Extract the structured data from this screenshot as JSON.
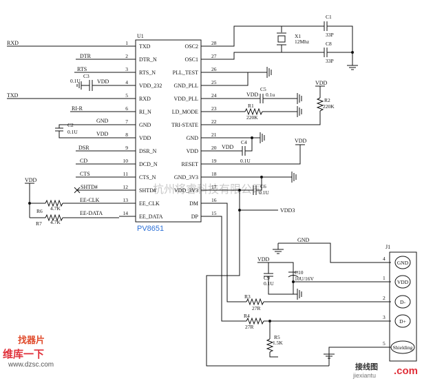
{
  "watermark": "杭州将睿科技有限公司",
  "ic": {
    "ref": "U1",
    "part": "PV8651",
    "left_pins": [
      {
        "num": "1",
        "name": "TXD"
      },
      {
        "num": "2",
        "name": "DTR_N"
      },
      {
        "num": "3",
        "name": "RTS_N"
      },
      {
        "num": "4",
        "name": "VDD_232"
      },
      {
        "num": "5",
        "name": "RXD"
      },
      {
        "num": "6",
        "name": "RI_N"
      },
      {
        "num": "7",
        "name": "GND"
      },
      {
        "num": "8",
        "name": "VDD"
      },
      {
        "num": "9",
        "name": "DSR_N"
      },
      {
        "num": "10",
        "name": "DCD_N"
      },
      {
        "num": "11",
        "name": "CTS_N"
      },
      {
        "num": "12",
        "name": "SHTD#"
      },
      {
        "num": "13",
        "name": "EE_CLK"
      },
      {
        "num": "14",
        "name": "EE_DATA"
      }
    ],
    "right_pins": [
      {
        "num": "28",
        "name": "OSC2"
      },
      {
        "num": "27",
        "name": "OSC1"
      },
      {
        "num": "26",
        "name": "PLL_TEST"
      },
      {
        "num": "25",
        "name": "GND_PLL"
      },
      {
        "num": "24",
        "name": "VDD_PLL"
      },
      {
        "num": "23",
        "name": "LD_MODE"
      },
      {
        "num": "22",
        "name": "TRI-STATE"
      },
      {
        "num": "21",
        "name": "GND"
      },
      {
        "num": "20",
        "name": "VDD"
      },
      {
        "num": "19",
        "name": "RESET"
      },
      {
        "num": "18",
        "name": "GND_3V3"
      },
      {
        "num": "17",
        "name": "VDD_3V3"
      },
      {
        "num": "16",
        "name": "DM"
      },
      {
        "num": "15",
        "name": "DP"
      }
    ]
  },
  "nets": {
    "rxd": "RXD",
    "dtr": "DTR",
    "rts": "RTS",
    "txd": "TXD",
    "ri": "RI-R",
    "dsr": "DSR",
    "cd": "CD",
    "cts": "CTS",
    "shtd": "SHTD#",
    "ee_clk": "EE-CLK",
    "ee_data": "EE-DATA",
    "vdd": "VDD",
    "gnd": "GND",
    "vdd3": "VDD3"
  },
  "parts": {
    "c1": {
      "ref": "C1",
      "value": "33P"
    },
    "c8": {
      "ref": "C8",
      "value": "33P"
    },
    "x1": {
      "ref": "X1",
      "value": "12Mhz"
    },
    "c3": {
      "ref": "C3",
      "value": "0.1U"
    },
    "c2": {
      "ref": "C2",
      "value": "0.1U"
    },
    "c5": {
      "ref": "C5",
      "value": "0.1u"
    },
    "c4": {
      "ref": "C4",
      "value": "0.1U"
    },
    "c6": {
      "ref": "C6",
      "value": "0.1U"
    },
    "c9": {
      "ref": "C9",
      "value": "0.1U"
    },
    "c10": {
      "ref": "C10",
      "value": "10U/16V"
    },
    "r1": {
      "ref": "R1",
      "value": "220K"
    },
    "r2": {
      "ref": "R2",
      "value": "220K"
    },
    "r3": {
      "ref": "R3",
      "value": "27R"
    },
    "r4": {
      "ref": "R4",
      "value": "27R"
    },
    "r5": {
      "ref": "R5",
      "value": "1.5K"
    },
    "r6": {
      "ref": "R6",
      "value": "4.7K"
    },
    "r7": {
      "ref": "R7",
      "value": "4.7K"
    }
  },
  "connector": {
    "ref": "J1",
    "pins": [
      {
        "num": "4",
        "name": "GND"
      },
      {
        "num": "1",
        "name": "VDD"
      },
      {
        "num": "2",
        "name": "D-"
      },
      {
        "num": "3",
        "name": "D+"
      },
      {
        "num": "5",
        "name": "Shielding"
      }
    ]
  },
  "branding": {
    "logo_line1": "找器片",
    "logo_line2": "维库一下",
    "logo_url": "www.dzsc.com",
    "site_name": "接线图",
    "site_url": "jiexiantu",
    "site_com": ".com"
  }
}
